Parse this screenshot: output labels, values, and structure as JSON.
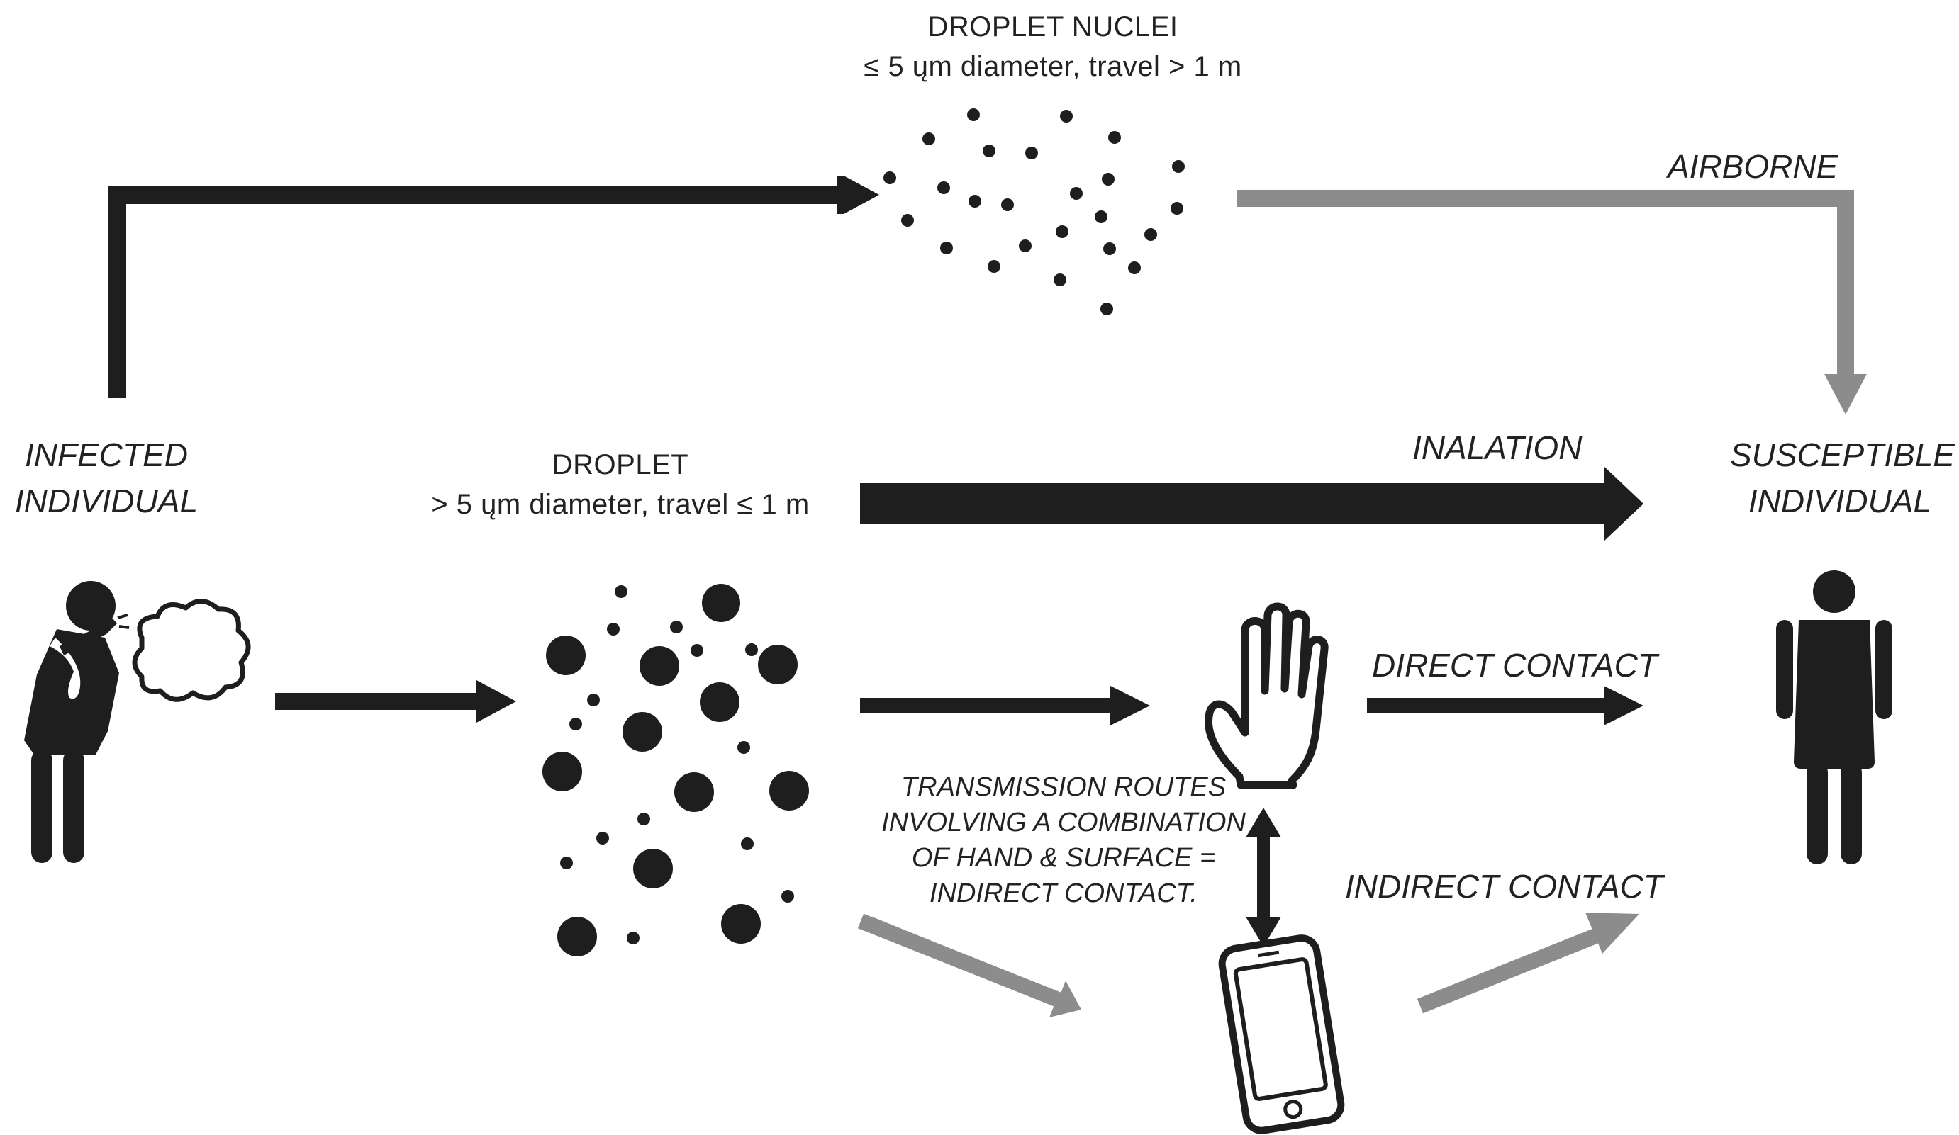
{
  "labels": {
    "droplet_nuclei_title": "DROPLET NUCLEI",
    "droplet_nuclei_desc": "≤ 5 ųm diameter, travel > 1 m",
    "airborne": "AIRBORNE",
    "infected_line1": "INFECTED",
    "infected_line2": "INDIVIDUAL",
    "droplet_title": "DROPLET",
    "droplet_desc": "> 5 ųm diameter, travel ≤ 1 m",
    "inalation": "INALATION",
    "susceptible_line1": "SUSCEPTIBLE",
    "susceptible_line2": "INDIVIDUAL",
    "direct_contact": "DIRECT CONTACT",
    "indirect_contact": "INDIRECT CONTACT",
    "routes_line1": "TRANSMISSION ROUTES",
    "routes_line2": "INVOLVING A COMBINATION",
    "routes_line3": "OF HAND & SURFACE =",
    "routes_line4": "INDIRECT CONTACT."
  },
  "colors": {
    "dark": "#1e1e1e",
    "gray": "#8c8c8c"
  },
  "icons": [
    "coughing-person-icon",
    "cough-cloud-icon",
    "hand-icon",
    "smartphone-icon",
    "standing-person-icon"
  ]
}
